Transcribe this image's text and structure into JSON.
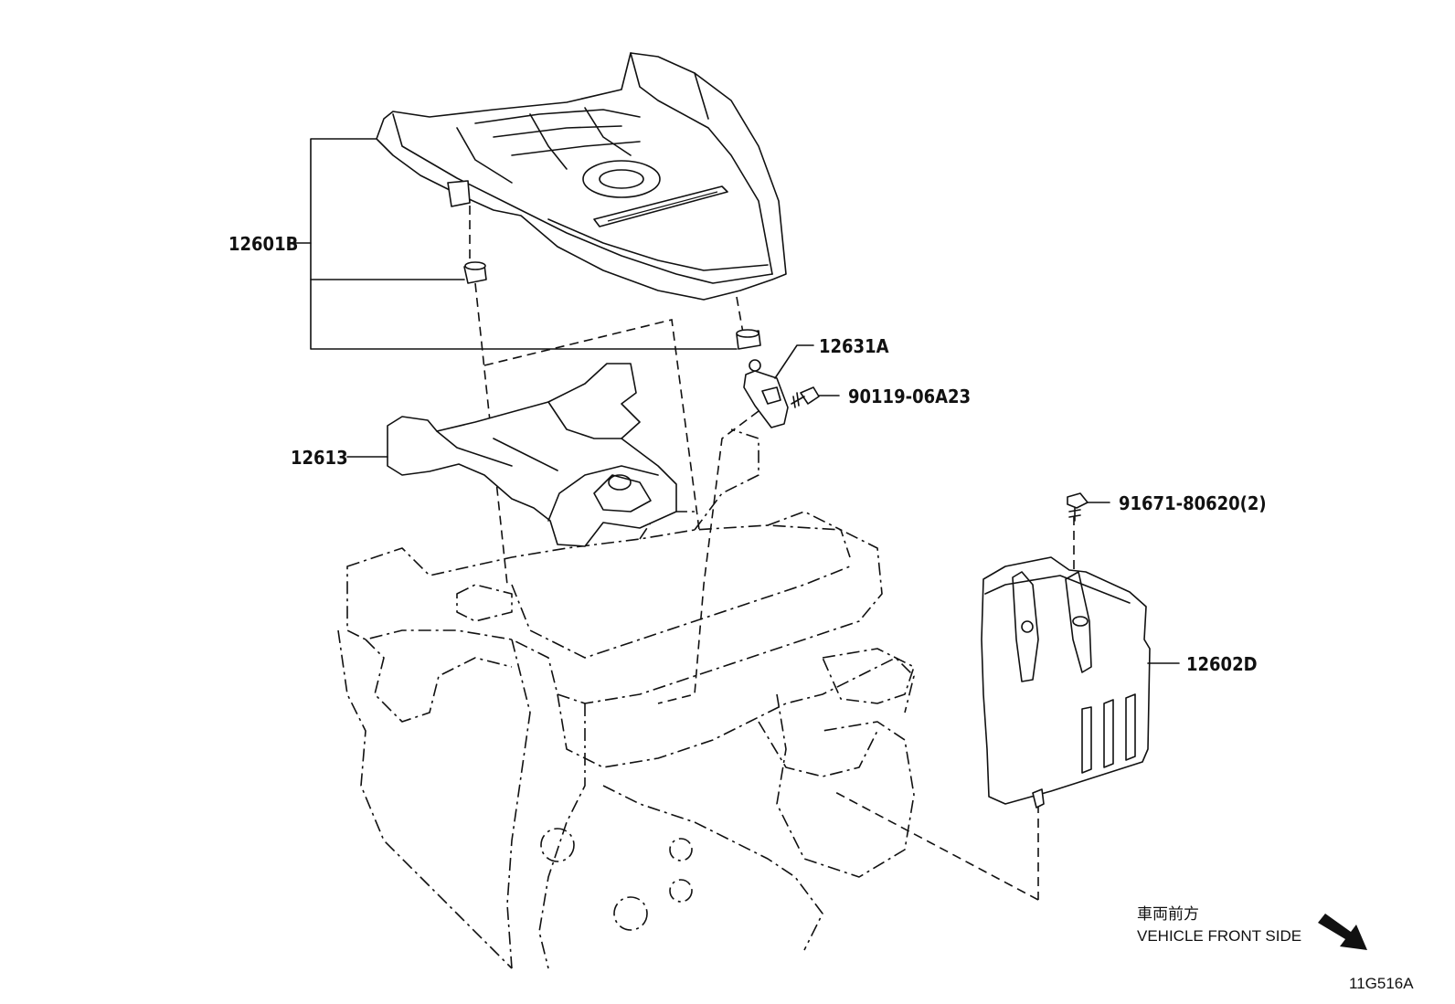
{
  "diagram": {
    "drawing_number": "11G516A",
    "direction_label_jp": "車両前方",
    "direction_label_en": "VEHICLE FRONT SIDE",
    "parts": [
      {
        "number": "12601B"
      },
      {
        "number": "12631A"
      },
      {
        "number": "90119-06A23"
      },
      {
        "number": "12613"
      },
      {
        "number": "91671-80620(2)"
      },
      {
        "number": "12602D"
      }
    ],
    "icons": [
      "engine-cover-icon",
      "engine-block-icon",
      "bracket-icon",
      "bolt-icon",
      "shield-icon",
      "front-direction-arrow-icon"
    ]
  }
}
